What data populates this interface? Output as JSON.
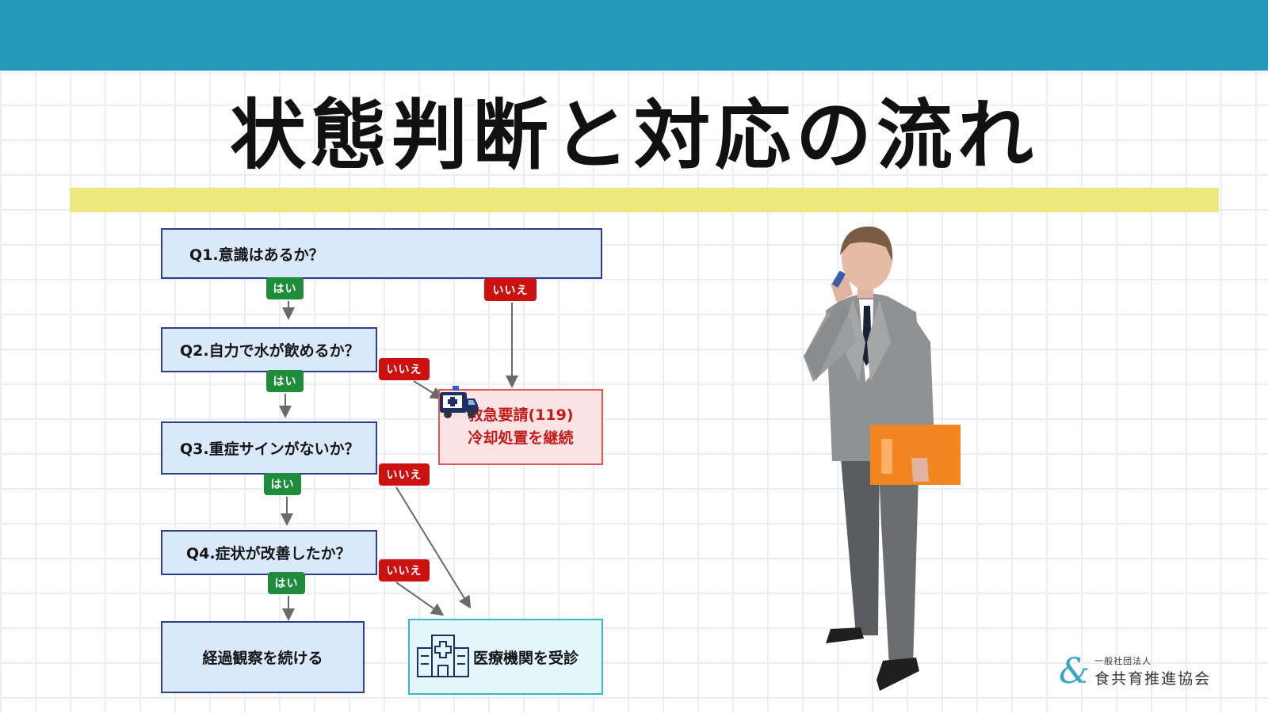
{
  "title": "状態判断と対応の流れ",
  "questions": {
    "q1": "Q1.意識はあるか？",
    "q2": "Q2.自力で水が飲めるか？",
    "q3": "Q3.重症サインがないか？",
    "q4": "Q4.症状が改善したか？"
  },
  "labels": {
    "yes": "はい",
    "no": "いいえ"
  },
  "outcomes": {
    "emergency_line1": "救急要請(119)",
    "emergency_line2": "冷却処置を継続",
    "observe": "経過観察を続ける",
    "hospital": "医療機関を受診"
  },
  "logo": {
    "small": "一般社団法人",
    "name": "食共育推進協会",
    "mark": "&"
  },
  "icons": [
    "ambulance-icon",
    "hospital-icon",
    "businessman-on-phone-illustration"
  ],
  "colors": {
    "header": "#2799b8",
    "highlight": "#ece77e",
    "yes_tag": "#1f8c3c",
    "no_tag": "#cc1111",
    "question_fill": "#d9e8fb",
    "emergency_fill": "#fde4e4",
    "hospital_fill": "#e3f7fb"
  }
}
